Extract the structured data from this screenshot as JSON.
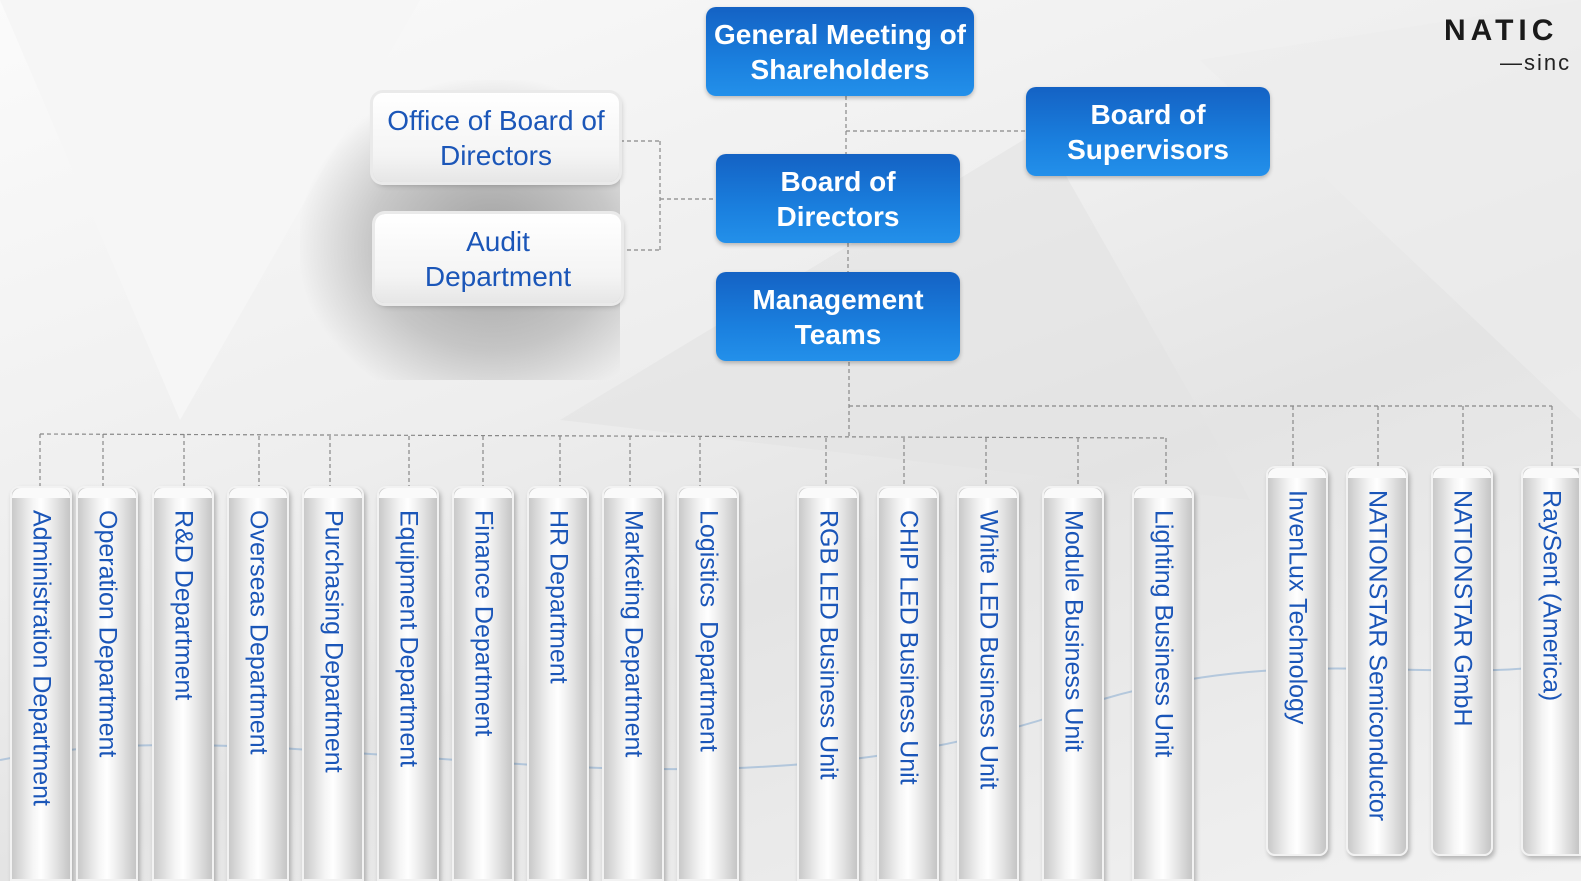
{
  "logo": {
    "name": "NATIC",
    "tagline": "—sinc"
  },
  "top_nodes": {
    "shareholders": "General Meeting of Shareholders",
    "supervisors": "Board of Supervisors",
    "directors": "Board of Directors",
    "management": "Management Teams"
  },
  "side_nodes": {
    "office": "Office of Board of Directors",
    "audit": "Audit Department"
  },
  "departments": [
    "Administration Department",
    "Operation Department",
    "R&D Department",
    "Overseas Department",
    "Purchasing Department",
    "Equipment Department",
    "Finance Department",
    "HR Department",
    "Marketing Department",
    "Logistics  Department"
  ],
  "business_units": [
    "RGB LED Business Unit",
    "CHIP LED Business Unit",
    "White LED Business Unit",
    "Module Business Unit",
    "Lighting Business Unit"
  ],
  "subsidiaries": [
    "InvenLux Technology",
    "NATIONSTAR Semiconductor",
    "NATIONSTAR GmbH",
    "RaySent (America)"
  ],
  "colors": {
    "blue": "#1a7fde",
    "text_blue": "#1b56b8",
    "connector": "#888888"
  }
}
